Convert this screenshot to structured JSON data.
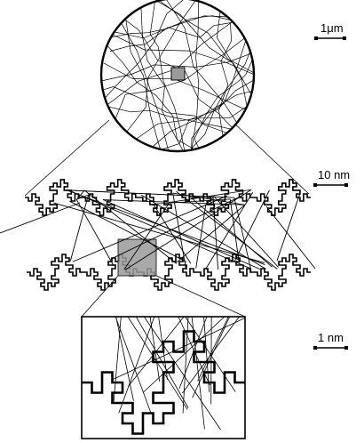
{
  "scale_bars": [
    {
      "id": "micrometer",
      "label": "1μm"
    },
    {
      "id": "ten-nanometer",
      "label": "10 nm"
    },
    {
      "id": "nanometer",
      "label": "1 nm"
    }
  ],
  "colors": {
    "ink": "#000000",
    "zoom_box_fill": "#9a9a9a",
    "background": "#ffffff"
  },
  "panels": [
    "circle-micrometer-view",
    "fractal-band-10nm-view",
    "zoom-rect-1nm-view"
  ]
}
